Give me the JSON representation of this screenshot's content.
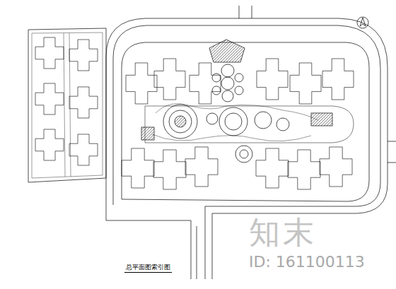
{
  "diagram": {
    "title": "总平面图索引图",
    "labels": [
      "知末",
      "ID: 161100113"
    ]
  }
}
